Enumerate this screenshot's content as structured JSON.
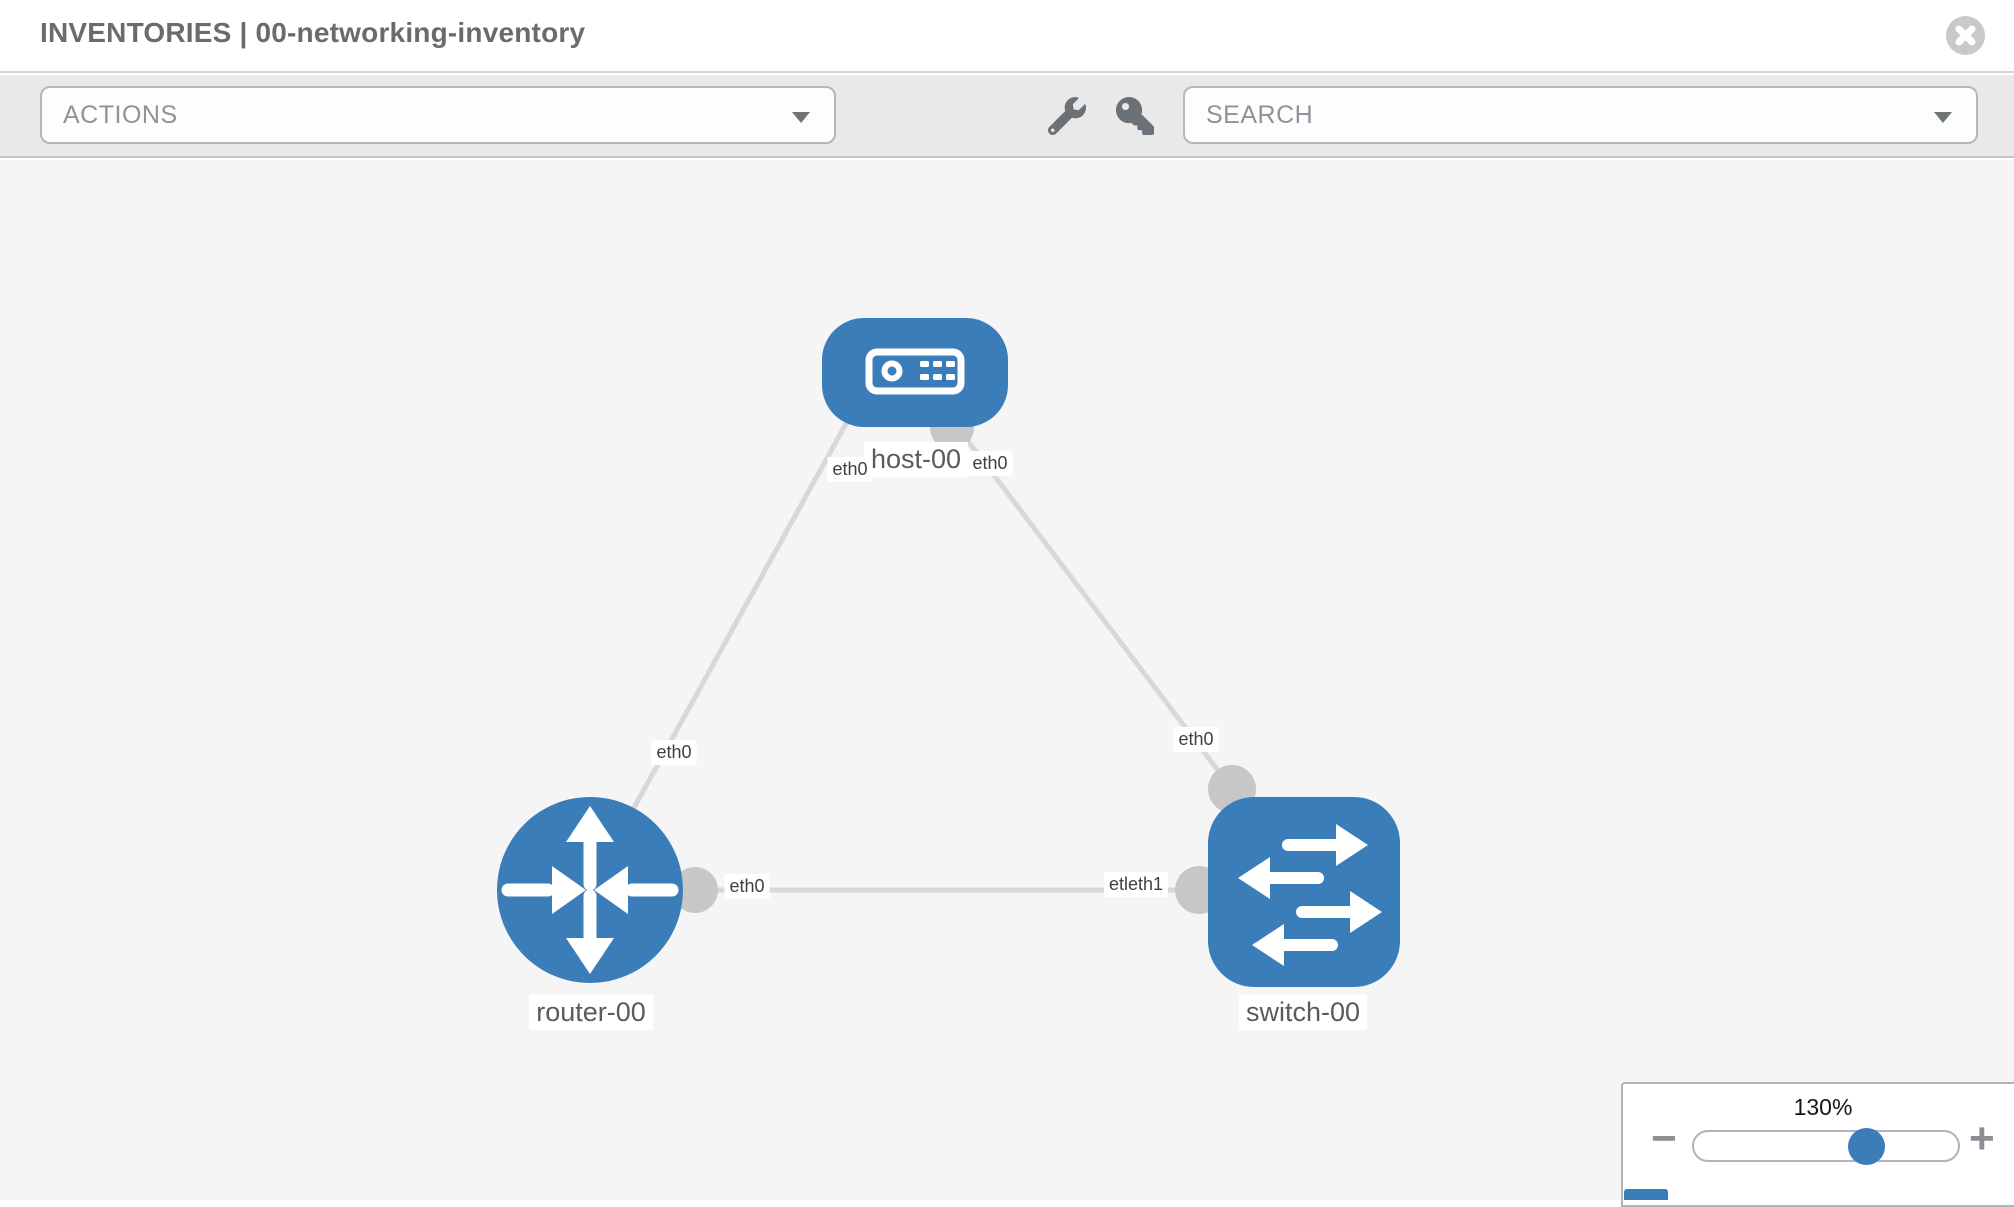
{
  "header": {
    "title": "INVENTORIES | 00-networking-inventory",
    "close_icon": "close-circle-icon"
  },
  "toolbar": {
    "actions_dropdown": {
      "label": "ACTIONS",
      "caret_icon": "chevron-down-icon"
    },
    "wrench_icon": "wrench-icon",
    "key_icon": "key-icon",
    "search_dropdown": {
      "placeholder": "SEARCH",
      "caret_icon": "chevron-down-icon"
    }
  },
  "topology": {
    "nodes": [
      {
        "label": "host-00",
        "type": "host",
        "icon": "server-icon"
      },
      {
        "label": "router-00",
        "type": "router",
        "icon": "route-arrows-icon"
      },
      {
        "label": "switch-00",
        "type": "switch",
        "icon": "exchange-arrows-icon"
      }
    ],
    "links": [
      {
        "from": "host-00",
        "to": "router-00",
        "labels": [
          "eth0",
          "eth0"
        ]
      },
      {
        "from": "host-00",
        "to": "switch-00",
        "labels": [
          "eth0",
          "eth0"
        ]
      },
      {
        "from": "router-00",
        "to": "switch-00",
        "labels": [
          "eth0",
          "etleth1"
        ]
      }
    ],
    "interface_labels": {
      "host_left": "eth0",
      "host_right": "eth0",
      "router_top": "eth0",
      "router_right": "eth0",
      "switch_top": "eth0",
      "switch_left": "etleth1"
    }
  },
  "zoom_control": {
    "level": "130%",
    "minus_label": "−",
    "plus_label": "+"
  },
  "colors": {
    "node_blue": "#3b7db9",
    "connector_gray": "#c7c7c7",
    "link_gray": "#d8d8d8",
    "canvas_bg": "#f5f5f5",
    "toolbar_bg": "#e9e9e9"
  }
}
